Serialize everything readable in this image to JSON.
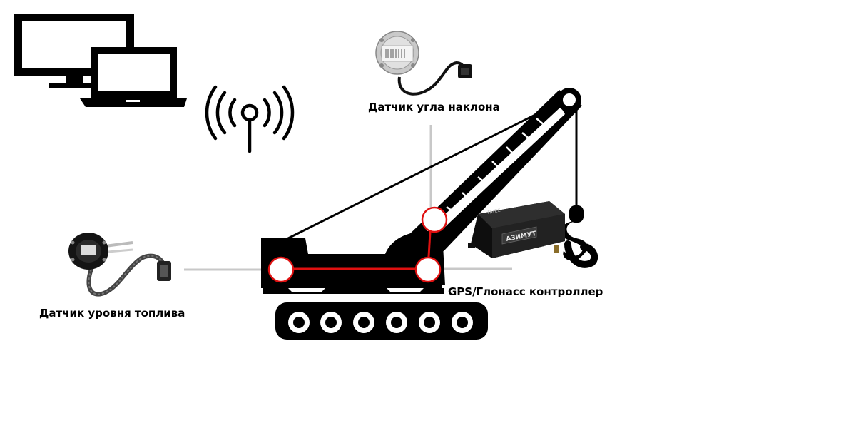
{
  "labels": {
    "tilt_sensor": "Датчик угла наклона",
    "fuel_sensor": "Датчик уровня топлива",
    "gps_controller": "GPS/Глонасс контроллер"
  },
  "device_brand": {
    "controller_maker": "FATEC",
    "controller_name": "АЗИМУТ"
  },
  "colors": {
    "crane_body": "#000000",
    "connection_line": "#e01010",
    "leader_line": "#c8c8c8",
    "background": "#ffffff"
  },
  "icons": [
    "monitor-icon",
    "laptop-icon",
    "wireless-signal-icon",
    "tilt-sensor-image",
    "fuel-sensor-image",
    "gps-controller-image",
    "crawler-crane-silhouette",
    "crane-hook-icon"
  ]
}
